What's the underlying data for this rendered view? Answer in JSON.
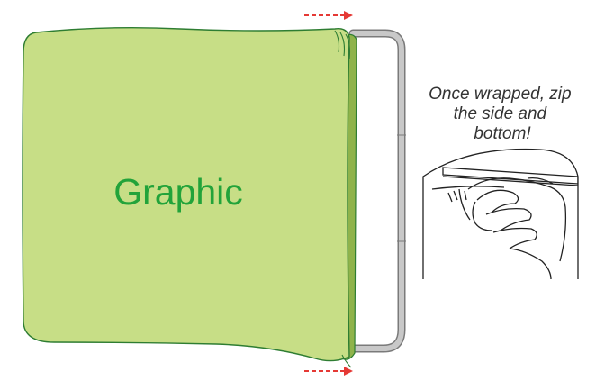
{
  "graphic": {
    "label": "Graphic",
    "fabric_color": "#c7de86",
    "fabric_edge_color": "#2e7d32",
    "fabric_fold_color": "#8fb34b",
    "label_color": "#22a33a"
  },
  "frame": {
    "tube_color": "#c8c8c8",
    "tube_outline_color": "#7a7a7a"
  },
  "arrows": {
    "color": "#e53935",
    "style": "dashed"
  },
  "instruction": {
    "lines": [
      "Once wrapped, zip",
      "the side and",
      "bottom!"
    ],
    "text_color": "#333333"
  },
  "detail_illustration": {
    "description_icon": "hand-zipping-icon",
    "line_color": "#222222"
  }
}
